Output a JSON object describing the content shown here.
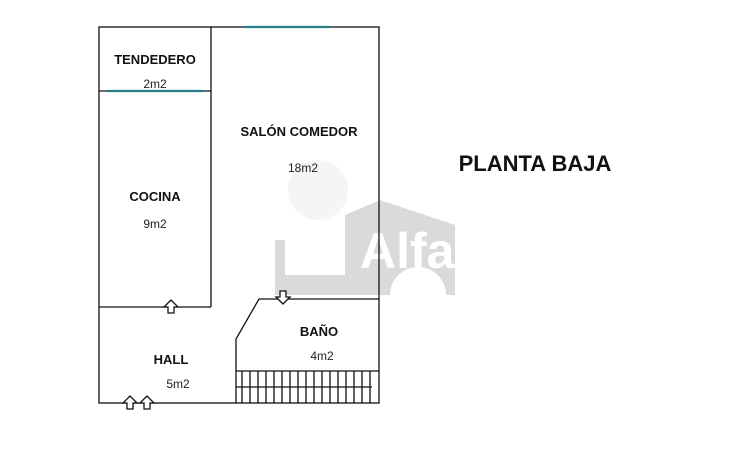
{
  "title": "PLANTA BAJA",
  "watermark": "Alfa",
  "rooms": [
    {
      "name": "TENDEDERO",
      "area": "2m2"
    },
    {
      "name": "SALÓN COMEDOR",
      "area": "18m2"
    },
    {
      "name": "COCINA",
      "area": "9m2"
    },
    {
      "name": "BAÑO",
      "area": "4m2"
    },
    {
      "name": "HALL",
      "area": "5m2"
    }
  ],
  "colors": {
    "wall": "#111111",
    "window": "#2a7f86",
    "watermark": "#d4d4d4"
  }
}
